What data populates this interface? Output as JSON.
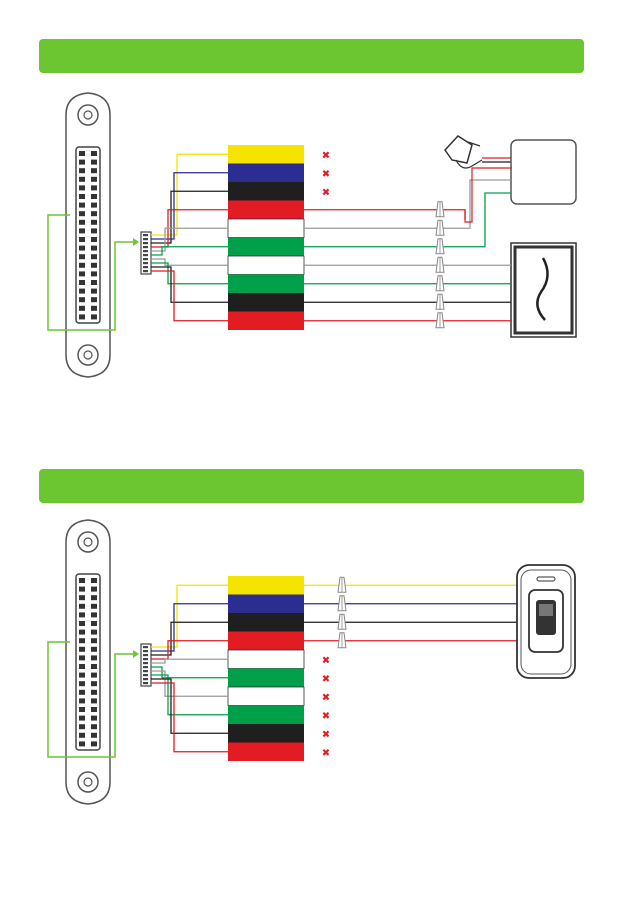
{
  "colors": {
    "banner": "#6cc631",
    "yellow": "#f5e400",
    "blue": "#2c2d92",
    "black": "#1f1f1f",
    "red": "#e31b23",
    "green": "#00a04a",
    "white": "#ffffff",
    "grey": "#9a9a9a",
    "x_mark": "#e31b23"
  },
  "sections": [
    {
      "name": "wiring-section-1",
      "wires": [
        "yellow",
        "blue",
        "black",
        "red",
        "white",
        "green",
        "white",
        "green",
        "black",
        "red"
      ],
      "unused_wires": [
        0,
        1,
        2
      ],
      "connected_wires": [
        3,
        4,
        5,
        6,
        7,
        8,
        9
      ],
      "devices": [
        "power-adapter",
        "lock-device",
        "exit-button"
      ]
    },
    {
      "name": "wiring-section-2",
      "wires": [
        "yellow",
        "blue",
        "black",
        "red",
        "white",
        "green",
        "white",
        "green",
        "black",
        "red"
      ],
      "unused_wires": [
        4,
        5,
        6,
        7,
        8,
        9
      ],
      "connected_wires": [
        0,
        1,
        2,
        3
      ],
      "devices": [
        "fingerprint-reader"
      ]
    }
  ]
}
